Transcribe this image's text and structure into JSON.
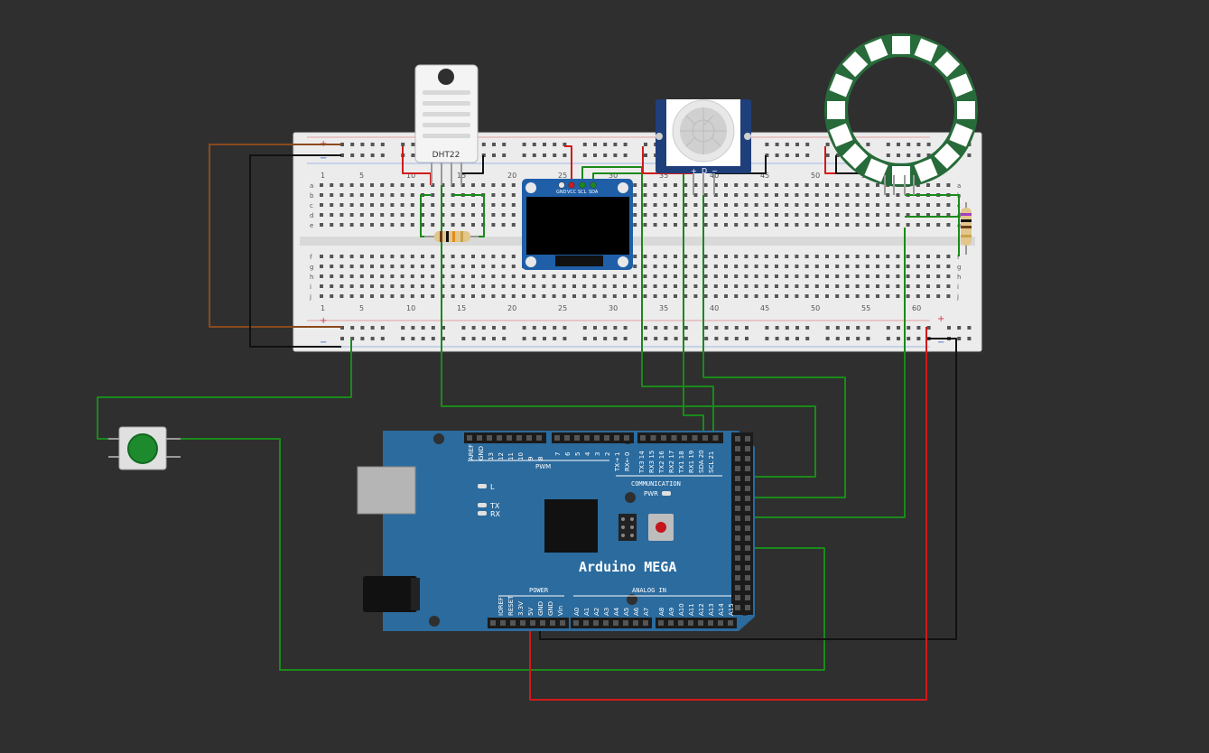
{
  "breadboard": {
    "col_labels_top": [
      "1",
      "5",
      "10",
      "15",
      "20",
      "25",
      "30",
      "35",
      "40",
      "45",
      "50",
      "55",
      "60"
    ],
    "col_labels_bottom": [
      "1",
      "5",
      "10",
      "15",
      "20",
      "25",
      "30",
      "35",
      "40",
      "45",
      "50",
      "55",
      "60"
    ],
    "rows_left": [
      "a",
      "b",
      "c",
      "d",
      "e",
      "f",
      "g",
      "h",
      "i",
      "j"
    ],
    "rows_right": [
      "a",
      "b",
      "c",
      "d",
      "e",
      "f",
      "g",
      "h",
      "i",
      "j"
    ],
    "plus": "+",
    "minus": "−"
  },
  "dht22": {
    "label": "DHT22"
  },
  "oled": {
    "pins": [
      "GND",
      "VCC",
      "SCL",
      "SDA"
    ]
  },
  "pir": {
    "pins": [
      "+",
      "D",
      "−"
    ]
  },
  "arduino": {
    "title": "Arduino MEGA",
    "pwm_label": "PWM",
    "comm_label": "COMMUNICATION",
    "power_label": "POWER",
    "analog_label": "ANALOG IN",
    "pwr_led_label": "PWR",
    "led_l": "L",
    "led_tx": "TX",
    "led_rx": "RX",
    "top_pins_left": [
      "AREF",
      "GND",
      "13",
      "12",
      "11",
      "10",
      "9",
      "8"
    ],
    "top_pins_mid": [
      "7",
      "6",
      "5",
      "4",
      "3",
      "2",
      "1",
      "0"
    ],
    "top_pins_mid_prefix": [
      "",
      "",
      "",
      "",
      "",
      "",
      "TX→",
      "RX←"
    ],
    "top_pins_right": [
      "TX3 14",
      "RX3 15",
      "TX2 16",
      "RX2 17",
      "TX1 18",
      "RX1 19",
      "SDA 20",
      "SCL 21"
    ],
    "power_pins": [
      "IOREF",
      "RESET",
      "3.3V",
      "5V",
      "GND",
      "GND",
      "Vin"
    ],
    "analog_pins": [
      "A0",
      "A1",
      "A2",
      "A3",
      "A4",
      "A5",
      "A6",
      "A7",
      "A8",
      "A9",
      "A10",
      "A11",
      "A12",
      "A13",
      "A14",
      "A15"
    ]
  },
  "colors": {
    "background": "#2f2f2f",
    "board": "#2b6b9e",
    "wire_green": "#1a8a1a",
    "wire_red": "#d11a1a",
    "wire_black": "#111111",
    "wire_brown": "#8b4a1e",
    "led_ring": "#276b3a",
    "button": "#1e8a2e"
  }
}
